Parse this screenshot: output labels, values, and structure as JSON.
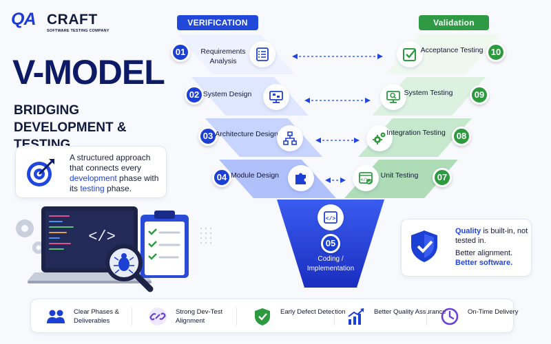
{
  "logo": {
    "mark": "QA",
    "name": "CRAFT",
    "tagline": "SOFTWARE TESTING COMPANY"
  },
  "title": "V-MODEL",
  "subtitle": "BRIDGING DEVELOPMENT & TESTING",
  "description": {
    "part1": "A structured approach that connects every ",
    "hl1": "development",
    "part2": " phase with its ",
    "hl2": "testing",
    "part3": " phase."
  },
  "headers": {
    "verification": "VERIFICATION",
    "validation": "Validation"
  },
  "verification_steps": [
    {
      "num": "01",
      "label": "Requirements Analysis",
      "icon": "checklist-icon"
    },
    {
      "num": "02",
      "label": "System Design",
      "icon": "monitor-network-icon"
    },
    {
      "num": "03",
      "label": "Architecture Design",
      "icon": "hierarchy-icon"
    },
    {
      "num": "04",
      "label": "Module Design",
      "icon": "puzzle-icon"
    }
  ],
  "center_step": {
    "num": "05",
    "label": "Coding / Implementation",
    "icon": "code-icon"
  },
  "validation_steps": [
    {
      "num": "10",
      "label": "Acceptance Testing",
      "icon": "checkbox-icon"
    },
    {
      "num": "09",
      "label": "System Testing",
      "icon": "monitor-search-icon"
    },
    {
      "num": "08",
      "label": "Integration Testing",
      "icon": "gears-icon"
    },
    {
      "num": "07",
      "label": "Unit Testing",
      "icon": "code-check-icon"
    }
  ],
  "quality": {
    "hl1": "Quality",
    "part1": " is built-in, not tested in.",
    "part2": "Better alignment.",
    "hl2": "Better software."
  },
  "features": [
    {
      "label": "Clear Phases & Deliverables",
      "icon": "people-icon"
    },
    {
      "label": "Strong Dev-Test Alignment",
      "icon": "link-icon"
    },
    {
      "label": "Early Defect Detection",
      "icon": "shield-check-icon"
    },
    {
      "label": "Better Quality Assurance",
      "icon": "growth-chart-icon"
    },
    {
      "label": "On-Time Delivery",
      "icon": "clock-icon"
    }
  ],
  "colors": {
    "blue": "#1d40d4",
    "green": "#2e9a40",
    "navy": "#0d1a66"
  }
}
